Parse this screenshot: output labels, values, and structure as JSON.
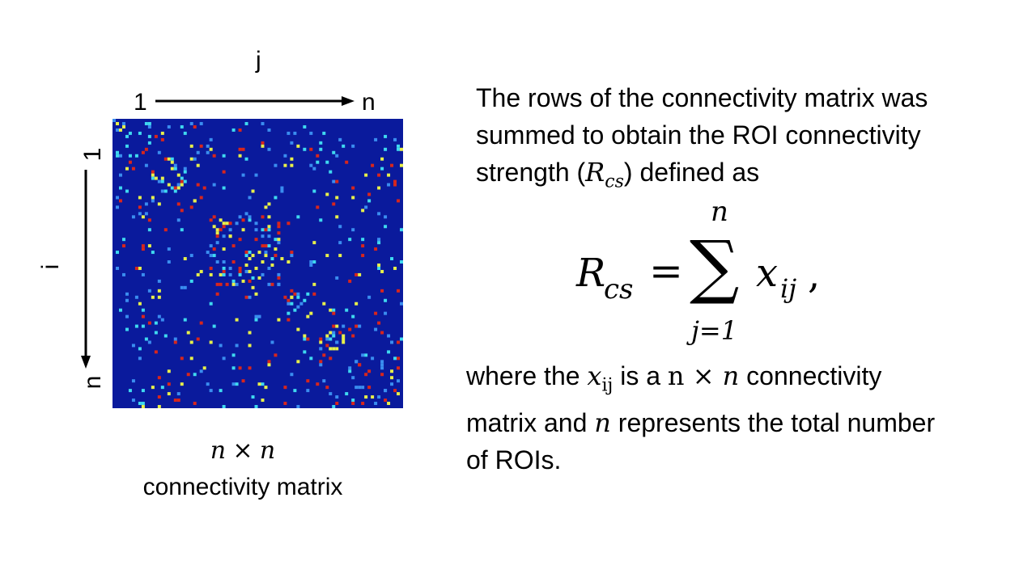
{
  "axes": {
    "j_label": "j",
    "i_label": "i",
    "top_start": "1",
    "top_end": "n",
    "left_start": "1",
    "left_end": "n"
  },
  "caption": {
    "dims_n1": "n",
    "times": "×",
    "dims_n2": "n",
    "label": "connectivity matrix"
  },
  "intro": {
    "line1": "The rows of the connectivity matrix was",
    "line2": "summed to obtain the ROI connectivity",
    "line3_pre": "strength (",
    "line3_R": "R",
    "line3_sub": "cs",
    "line3_post": ") defined as"
  },
  "formula": {
    "lhs_R": "R",
    "lhs_sub": "cs",
    "equals": "=",
    "sigma": "∑",
    "upper": "n",
    "lower": "j=1",
    "x": "x",
    "x_sub": "ij",
    "comma": ","
  },
  "explanation": {
    "l1_pre": "where the ",
    "l1_x": "x",
    "l1_xsub": "ij",
    "l1_mid": " is a ",
    "l1_n": "n",
    "l1_times": " × ",
    "l1_n2": "n",
    "l1_post": " connectivity",
    "l2_pre": "matrix and ",
    "l2_n": "n",
    "l2_post": " represents the total number",
    "l3": "of ROIs."
  },
  "colors": {
    "matrix_background": "#0a1a9c",
    "cell_cyan": "#3fd9f0",
    "cell_yellow": "#e8f04a",
    "cell_red": "#d8261c",
    "cell_lightblue": "#3a8df0"
  }
}
